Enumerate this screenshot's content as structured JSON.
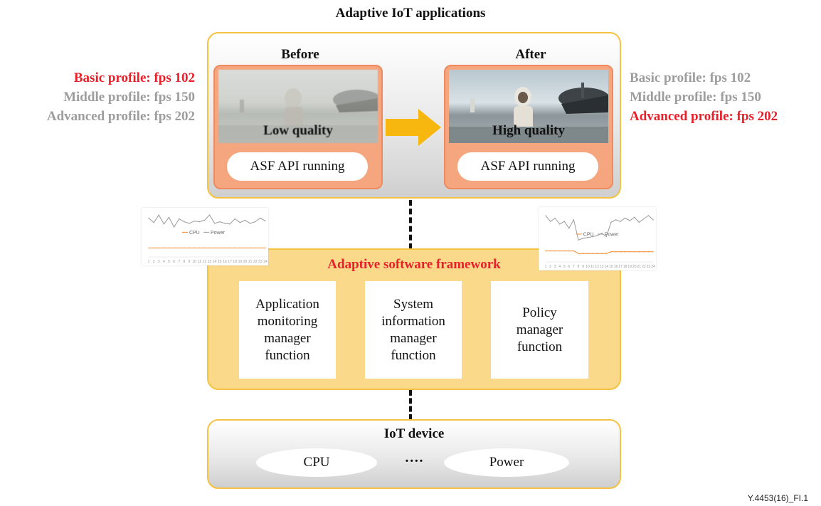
{
  "title": "Adaptive IoT applications",
  "before": {
    "heading": "Before",
    "quality": "Low quality",
    "api": "ASF API running"
  },
  "after": {
    "heading": "After",
    "quality": "High quality",
    "api": "ASF API running"
  },
  "profiles_left": [
    {
      "text": "Basic profile: fps 102",
      "highlight": true
    },
    {
      "text": "Middle profile: fps 150",
      "highlight": false
    },
    {
      "text": "Advanced profile: fps 202",
      "highlight": false
    }
  ],
  "profiles_right": [
    {
      "text": "Basic profile: fps 102",
      "highlight": false
    },
    {
      "text": "Middle profile: fps 150",
      "highlight": false
    },
    {
      "text": "Advanced profile: fps 202",
      "highlight": true
    }
  ],
  "framework": {
    "title": "Adaptive software framework",
    "functions": [
      "Application\nmonitoring\nmanager\nfunction",
      "System\ninformation\nmanager\nfunction",
      "Policy\nmanager\nfunction"
    ]
  },
  "device": {
    "title": "IoT device",
    "cpu": "CPU",
    "ellipsis": "····",
    "power": "Power"
  },
  "charts": {
    "legend_cpu": "CPU",
    "legend_power": "Power",
    "x_ticks": [
      "1",
      "2",
      "3",
      "4",
      "5",
      "6",
      "7",
      "8",
      "9",
      "10",
      "11",
      "12",
      "13",
      "14",
      "15",
      "16",
      "17",
      "18",
      "19",
      "20",
      "21",
      "22",
      "23",
      "24"
    ],
    "left": {
      "power": [
        52,
        46,
        56,
        44,
        53,
        40,
        51,
        47,
        45,
        48,
        47,
        49,
        56,
        45,
        47,
        45,
        44,
        51,
        46,
        49,
        45,
        47,
        52,
        48
      ],
      "cpu": [
        12,
        12,
        12,
        12,
        12,
        12,
        12,
        12,
        12,
        12,
        12,
        12,
        12,
        12,
        12,
        12,
        12,
        12,
        12,
        12,
        12,
        12,
        12,
        12
      ]
    },
    "right": {
      "power": [
        55,
        48,
        52,
        45,
        48,
        40,
        50,
        26,
        28,
        29,
        30,
        31,
        34,
        30,
        47,
        50,
        48,
        52,
        49,
        53,
        47,
        51,
        55,
        50
      ],
      "cpu": [
        13,
        13,
        13,
        13,
        13,
        13,
        13,
        10,
        10,
        10,
        10,
        10,
        10,
        10,
        12,
        12,
        12,
        12,
        12,
        12,
        12,
        12,
        12,
        12
      ]
    }
  },
  "colors": {
    "highlight": "#e8202a",
    "dim": "#9d9d9d",
    "panel_border": "#f5c242",
    "framework_fill": "#fbd98a",
    "screen_fill": "#f6a67e",
    "arrow": "#f7b70f",
    "cpu_line": "#f08a2b",
    "power_line": "#9a9a9a"
  },
  "figure_id": "Y.4453(16)_FI.1"
}
